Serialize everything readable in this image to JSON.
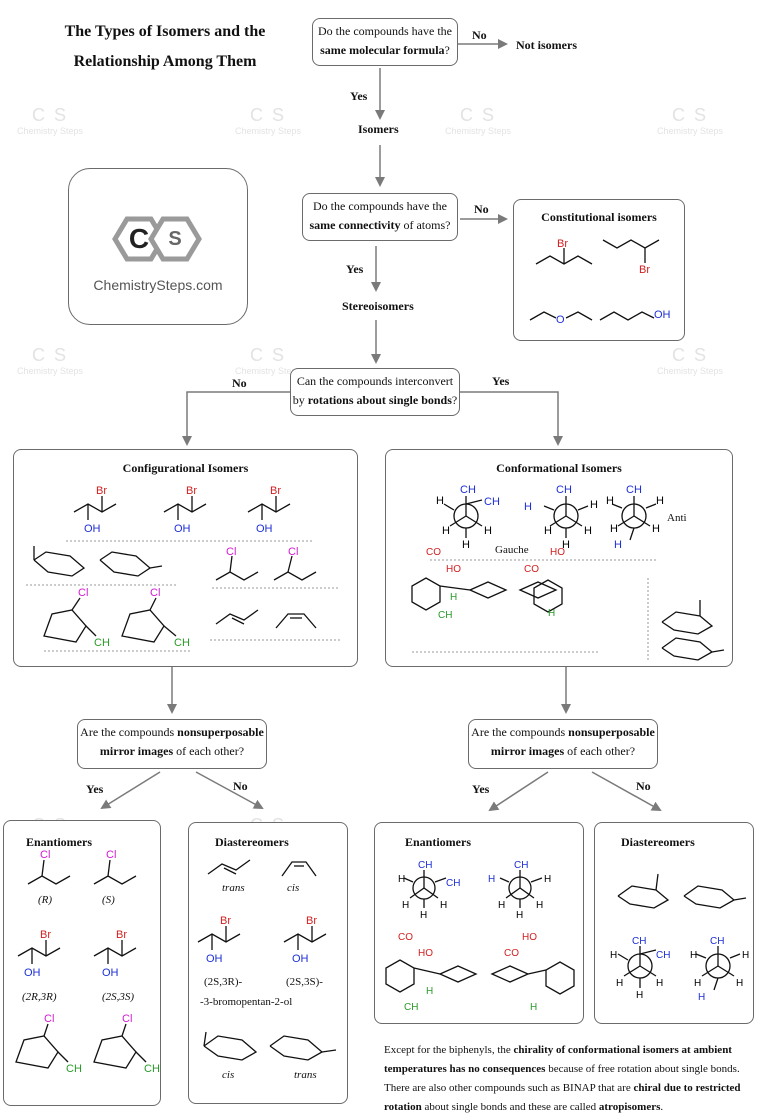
{
  "title_line1": "The Types of Isomers and the",
  "title_line2": "Relationship Among Them",
  "q1": {
    "pre": "Do the compounds have the",
    "bold": "same molecular formula",
    "post": "?"
  },
  "no1": "No",
  "not_isomers": "Not isomers",
  "yes1": "Yes",
  "isomers": "Isomers",
  "q2": {
    "pre": "Do the compounds have the",
    "bold": "same connectivity",
    "post": " of atoms?"
  },
  "no2": "No",
  "constitutional_title": "Constitutional isomers",
  "yes2": "Yes",
  "stereoisomers": "Stereoisomers",
  "logo_text": "ChemistrySteps.com",
  "logo_c": "C",
  "logo_s": "S",
  "watermark": {
    "hex": "C S",
    "text": "Chemistry Steps"
  },
  "q3": {
    "pre": "Can the compounds interconvert",
    "pre2": "by ",
    "bold": "rotations about single bonds",
    "post": "?"
  },
  "no3": "No",
  "yes3": "Yes",
  "configurational_title": "Configurational Isomers",
  "conformational_title": "Conformational Isomers",
  "gauche": "Gauche",
  "anti": "Anti",
  "q4": {
    "pre": "Are the compounds ",
    "bold1": "nonsuperposable",
    "bold2": "mirror images",
    "post": " of each other?"
  },
  "q5": {
    "pre": "Are the compounds ",
    "bold1": "nonsuperposable",
    "bold2": "mirror images",
    "post": " of each other?"
  },
  "yes4": "Yes",
  "no4": "No",
  "yes5": "Yes",
  "no5": "No",
  "enantiomers_left": "Enantiomers",
  "diastereomers_left": "Diastereomers",
  "enantiomers_right": "Enantiomers",
  "diastereomers_right": "Diastereomers",
  "labels": {
    "R": "(R)",
    "S": "(S)",
    "2R3R": "(2R,3R)",
    "2S3S": "(2S,3S)",
    "trans": "trans",
    "cis": "cis",
    "2S3R": "(2S,3R)-",
    "2S3S_b": "(2S,3S)-",
    "bromopentanol": "-3-bromopentan-2-ol",
    "cis2": "cis",
    "trans2": "trans"
  },
  "atoms": {
    "Br": "Br",
    "OH": "OH",
    "O": "O",
    "Cl": "Cl",
    "CH3": "CH",
    "H": "H",
    "CO2H": "CO",
    "HO2C": "HO",
    "H3C": "H"
  },
  "note": {
    "p1": "Except for the biphenyls, the ",
    "b1": "chirality of conformational isomers at ambient temperatures has no consequences",
    "p2": " because of free rotation about single bonds. There are also other compounds such as BINAP that are ",
    "b2": "chiral due to restricted rotation",
    "p3": " about single bonds and these are called ",
    "b3": "atropisomers",
    "p4": "."
  },
  "colors": {
    "border": "#6b6b6b",
    "arrow": "#7a7a7a",
    "br": "#d21f1f",
    "oh": "#1d2fd6",
    "cl": "#d11ad1",
    "ch3": "#2a9a2a",
    "co2h": "#d21f1f",
    "methyl_blue": "#1d2fd6",
    "watermark": "#e3e3e3"
  }
}
